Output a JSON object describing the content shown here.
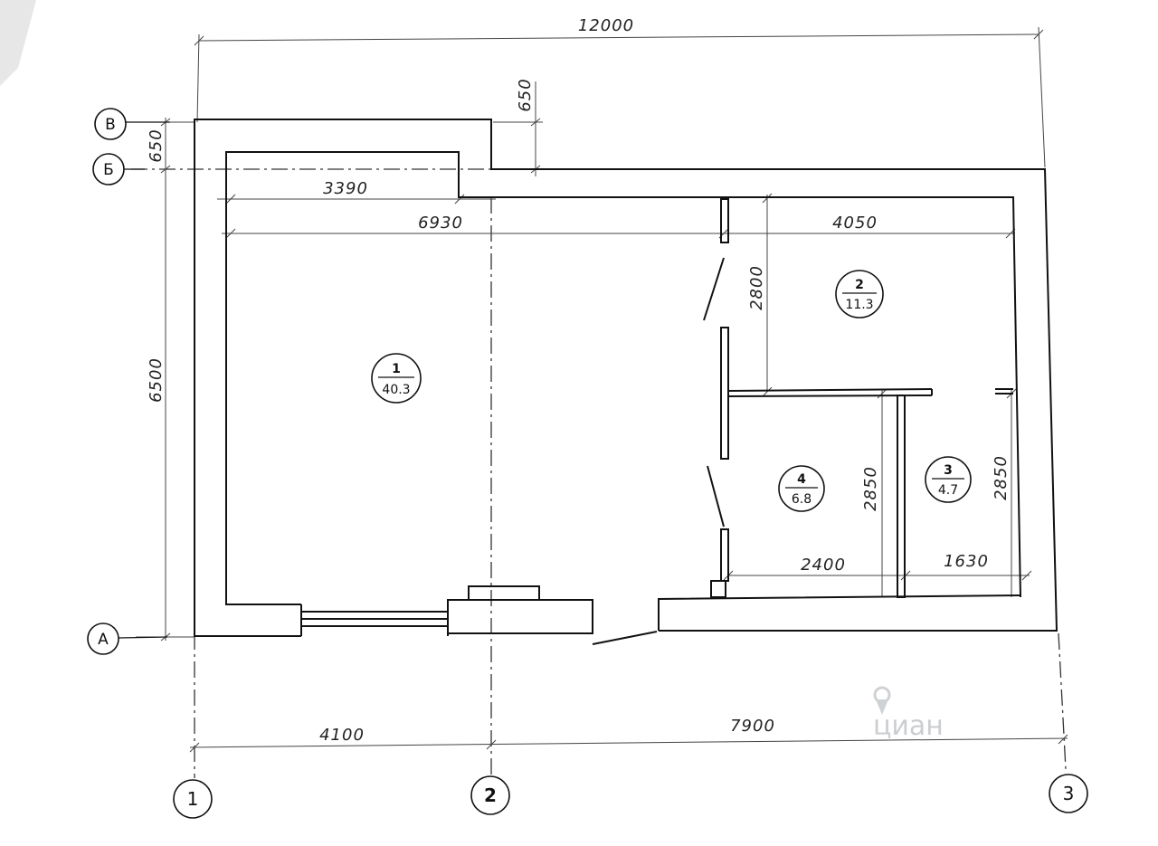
{
  "axes": {
    "horizontal": [
      "1",
      "2",
      "3"
    ],
    "vertical": [
      "В",
      "Б",
      "А"
    ]
  },
  "dimensions": {
    "overall_width": "12000",
    "overall_height": "6500",
    "offset_top": "650",
    "offset_left": "650",
    "inner_3390": "3390",
    "inner_6930": "6930",
    "inner_4050": "4050",
    "room2_height": "2800",
    "room4_height": "2850",
    "room3_height": "2850",
    "room4_width": "2400",
    "room3_width": "1630",
    "bottom_left": "4100",
    "bottom_right": "7900"
  },
  "rooms": [
    {
      "number": "1",
      "area": "40.3"
    },
    {
      "number": "2",
      "area": "11.3"
    },
    {
      "number": "3",
      "area": "4.7"
    },
    {
      "number": "4",
      "area": "6.8"
    }
  ],
  "watermark": "циан",
  "colors": {
    "line": "#111111",
    "dim_line": "#444444",
    "paper": "#ffffff"
  }
}
